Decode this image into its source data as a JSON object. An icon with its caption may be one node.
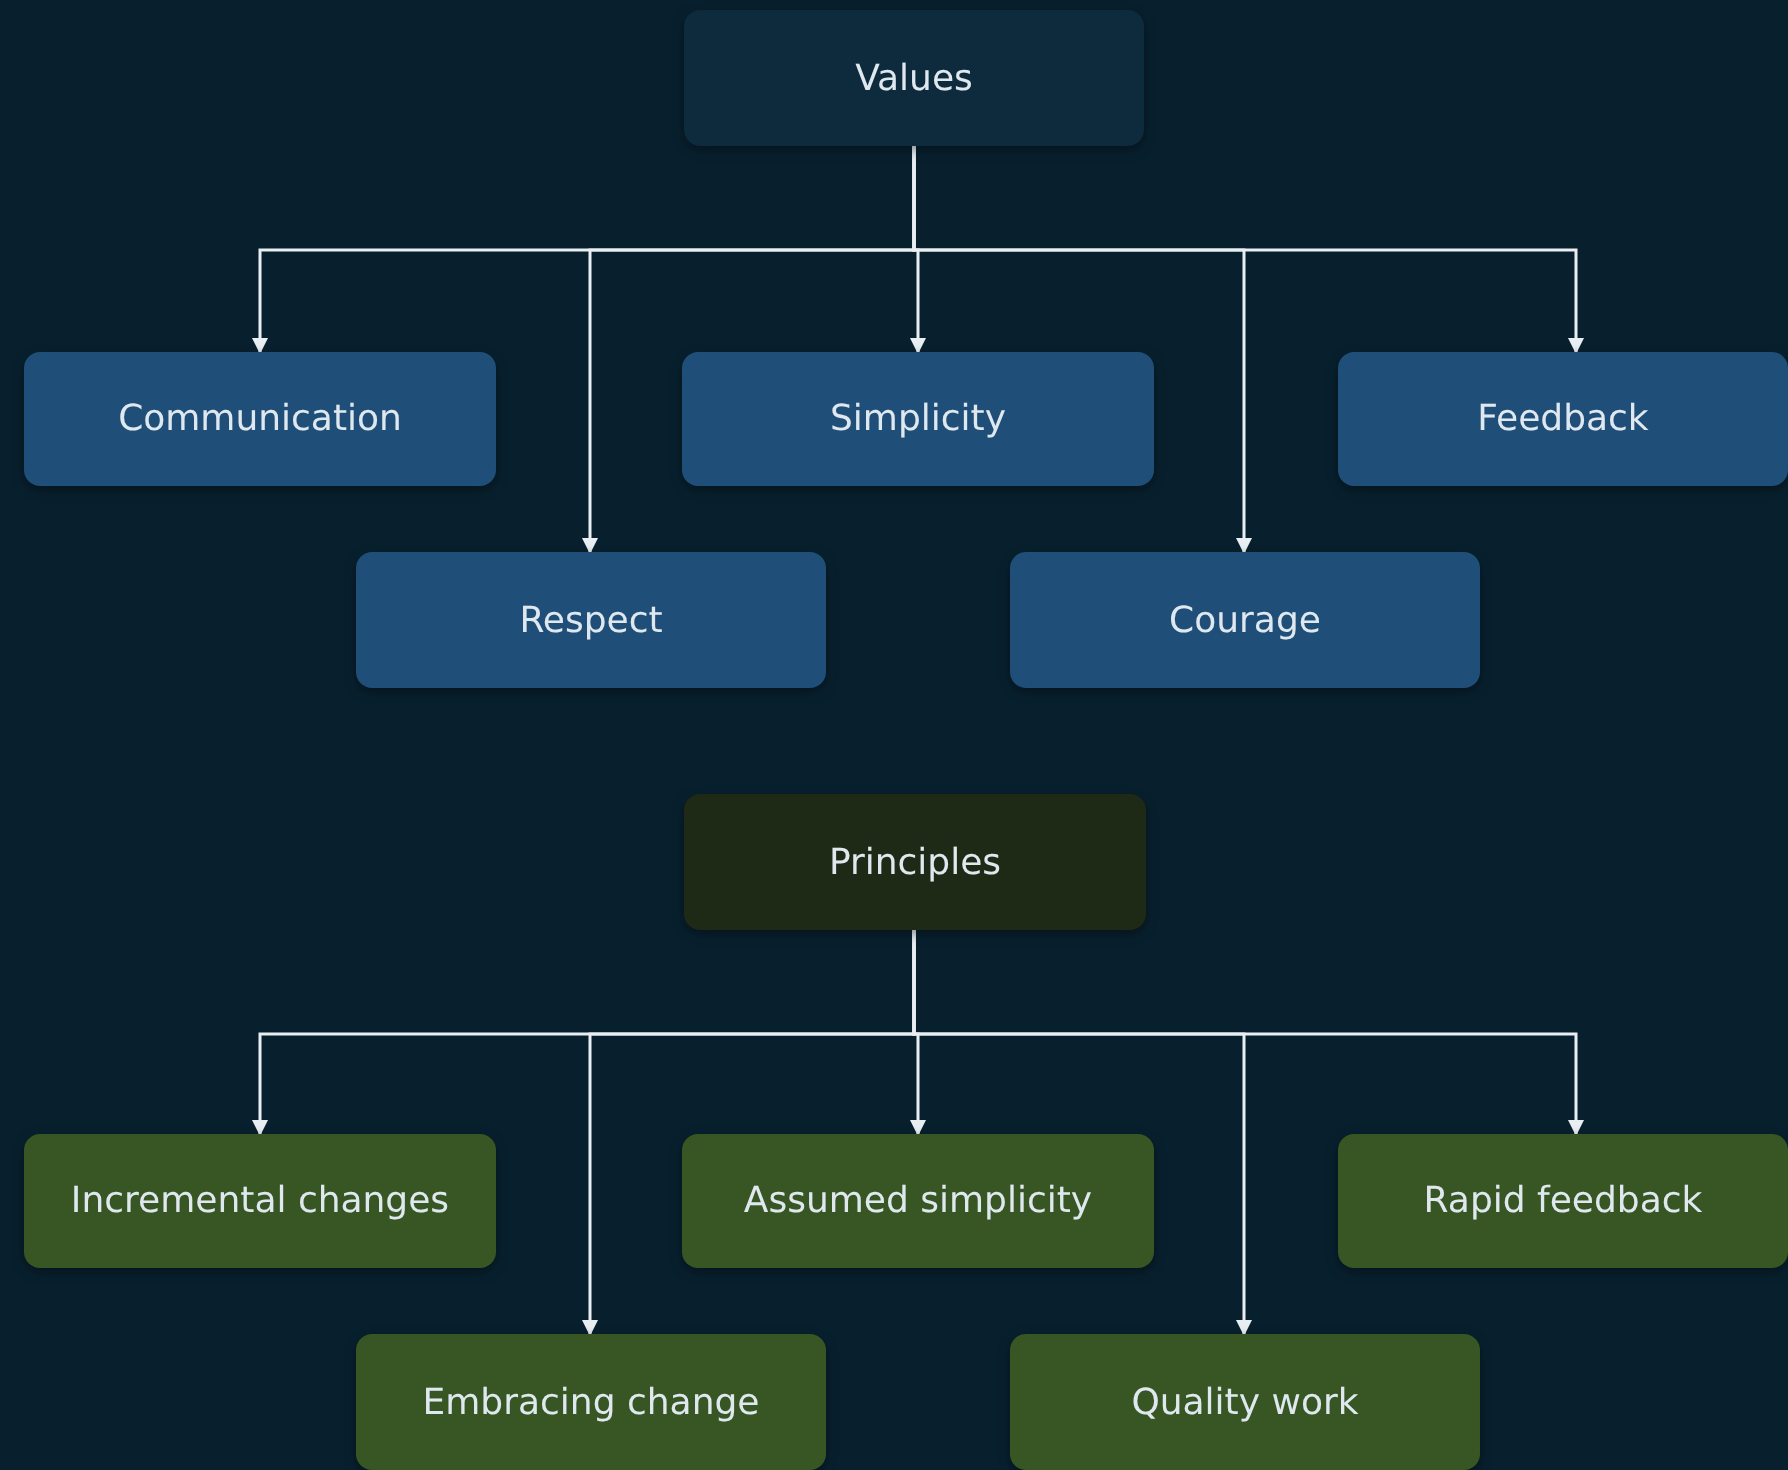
{
  "diagram": {
    "nodes": [
      {
        "text": [
          "Values"
        ]
      },
      {
        "text": [
          "Communication"
        ]
      },
      {
        "text": [
          "Respect"
        ]
      },
      {
        "text": [
          "Simplicity"
        ]
      },
      {
        "text": [
          "Courage"
        ]
      },
      {
        "text": [
          "Feedback"
        ]
      },
      {
        "text": [
          "Principles"
        ]
      },
      {
        "text": [
          "Incremental changes"
        ]
      },
      {
        "text": [
          "Embracing change"
        ]
      },
      {
        "text": [
          "Assumed simplicity"
        ]
      },
      {
        "text": [
          "Quality work"
        ]
      },
      {
        "text": [
          "Rapid feedback"
        ]
      }
    ],
    "edges": [
      {
        "from": 0,
        "to": 1,
        "arrow": "to"
      },
      {
        "from": 0,
        "to": 2,
        "arrow": "to"
      },
      {
        "from": 0,
        "to": 3,
        "arrow": "to"
      },
      {
        "from": 0,
        "to": 4,
        "arrow": "to"
      },
      {
        "from": 0,
        "to": 5,
        "arrow": "to"
      },
      {
        "from": 6,
        "to": 7,
        "arrow": "to"
      },
      {
        "from": 6,
        "to": 8,
        "arrow": "to"
      },
      {
        "from": 6,
        "to": 9,
        "arrow": "to"
      },
      {
        "from": 6,
        "to": 10,
        "arrow": "to"
      },
      {
        "from": 6,
        "to": 11,
        "arrow": "to"
      }
    ]
  }
}
